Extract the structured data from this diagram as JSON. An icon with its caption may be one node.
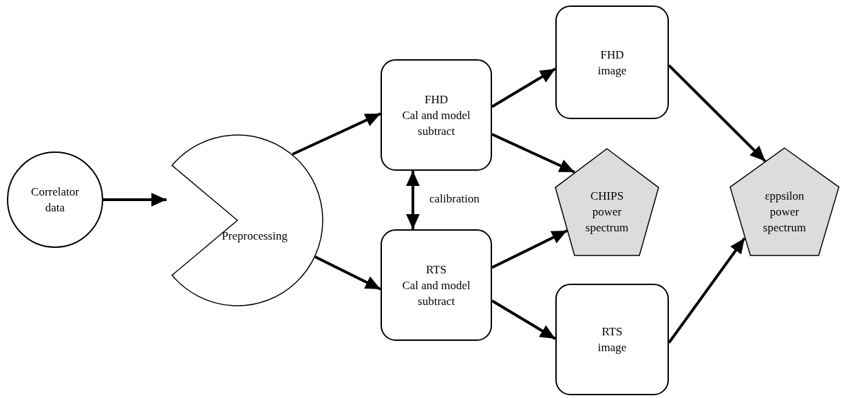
{
  "diagram": {
    "nodes": [
      {
        "text": [
          "Correlator data"
        ]
      },
      {
        "text": [
          "Preprocessing"
        ]
      },
      {
        "text": [
          "FHD",
          "Cal and model subtract"
        ]
      },
      {
        "text": [
          "RTS",
          "Cal and model subtract"
        ]
      },
      {
        "text": [
          "FHD image"
        ]
      },
      {
        "text": [
          "CHIPS power spectrum"
        ]
      },
      {
        "text": [
          "RTS image"
        ]
      },
      {
        "text": [
          "εppsilon power spectrum"
        ]
      }
    ],
    "edges": [
      {
        "from": 0,
        "to": 1,
        "arrow": "to"
      },
      {
        "from": 1,
        "to": 2,
        "arrow": "to"
      },
      {
        "from": 1,
        "to": 3,
        "arrow": "to"
      },
      {
        "from": 2,
        "to": 3,
        "arrow": "both",
        "label": "calibration"
      },
      {
        "from": 2,
        "to": 4,
        "arrow": "to"
      },
      {
        "from": 2,
        "to": 5,
        "arrow": "to"
      },
      {
        "from": 3,
        "to": 5,
        "arrow": "to"
      },
      {
        "from": 3,
        "to": 6,
        "arrow": "to"
      },
      {
        "from": 4,
        "to": 7,
        "arrow": "to"
      },
      {
        "from": 6,
        "to": 7,
        "arrow": "to"
      }
    ]
  }
}
